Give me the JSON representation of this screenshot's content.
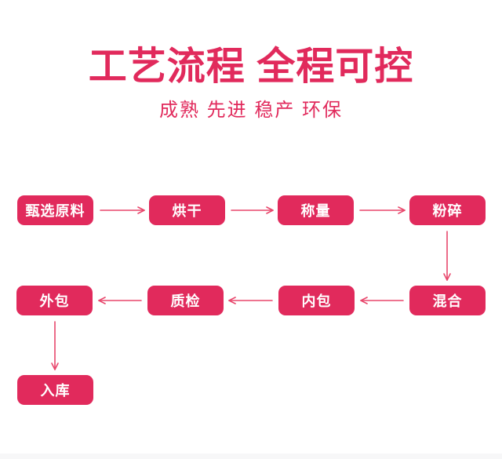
{
  "header": {
    "title": "工艺流程 全程可控",
    "subtitle": "成熟 先进 稳产 环保"
  },
  "flow": {
    "nodes": [
      {
        "id": "select-materials",
        "label": "甄选原料"
      },
      {
        "id": "drying",
        "label": "烘干"
      },
      {
        "id": "weighing",
        "label": "称量"
      },
      {
        "id": "crushing",
        "label": "粉碎"
      },
      {
        "id": "mixing",
        "label": "混合"
      },
      {
        "id": "inner-packing",
        "label": "内包"
      },
      {
        "id": "quality-check",
        "label": "质检"
      },
      {
        "id": "outer-packing",
        "label": "外包"
      },
      {
        "id": "storage",
        "label": "入库"
      }
    ],
    "sequence": "甄选原料 → 烘干 → 称量 → 粉碎 → 混合 → 内包 → 质检 → 外包 → 入库"
  },
  "colors": {
    "accent": "#e12a5c",
    "arrow": "#e8476c",
    "box_text": "#ffffff",
    "footer_strip": "#f7f7f8"
  }
}
